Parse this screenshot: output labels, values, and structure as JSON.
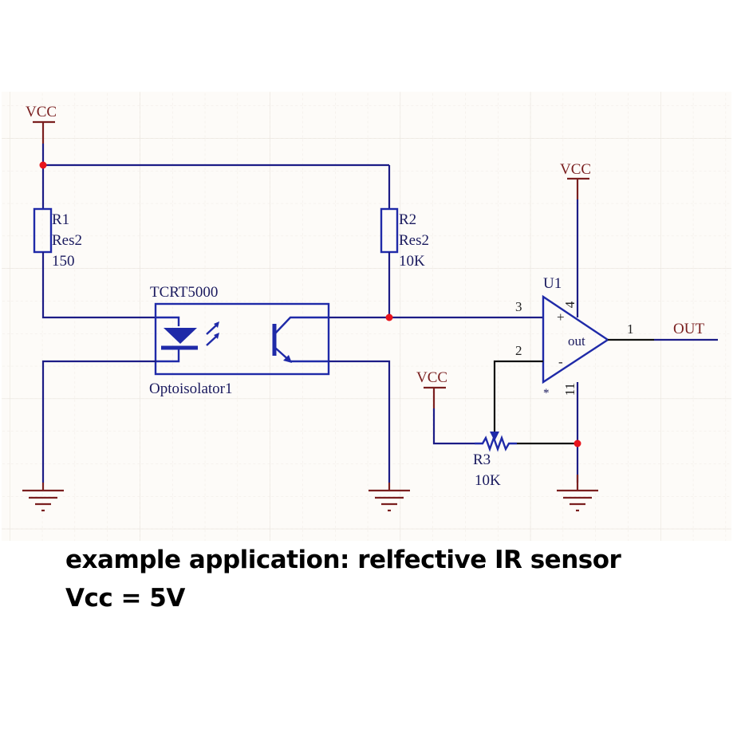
{
  "diagram": {
    "type": "electronic-schematic",
    "colors": {
      "background": "#fdfbf8",
      "grid": "#e9e4de",
      "wire": "#1c1c86",
      "component": "#1f2aa8",
      "power": "#7a1f1f",
      "junction": "#e8141c"
    },
    "power_labels": {
      "vcc_top_left": "VCC",
      "vcc_opamp": "VCC",
      "vcc_pot": "VCC"
    },
    "components": {
      "r1": {
        "designator": "R1",
        "type": "Res2",
        "value": "150"
      },
      "r2": {
        "designator": "R2",
        "type": "Res2",
        "value": "10K"
      },
      "r3": {
        "designator": "R3",
        "value": "10K"
      },
      "optoisolator": {
        "part": "TCRT5000",
        "designator": "Optoisolator1"
      },
      "u1": {
        "designator": "U1",
        "inner_label": "out",
        "plus_sign": "+",
        "minus_sign": "-",
        "marker": "*",
        "pins": {
          "non_inverting": "3",
          "inverting": "2",
          "output": "1",
          "vplus": "4",
          "vminus": "11"
        }
      }
    },
    "net_labels": {
      "output": "OUT"
    }
  },
  "caption": {
    "line1": "example application: relfective IR sensor",
    "line2": "Vcc = 5V"
  }
}
